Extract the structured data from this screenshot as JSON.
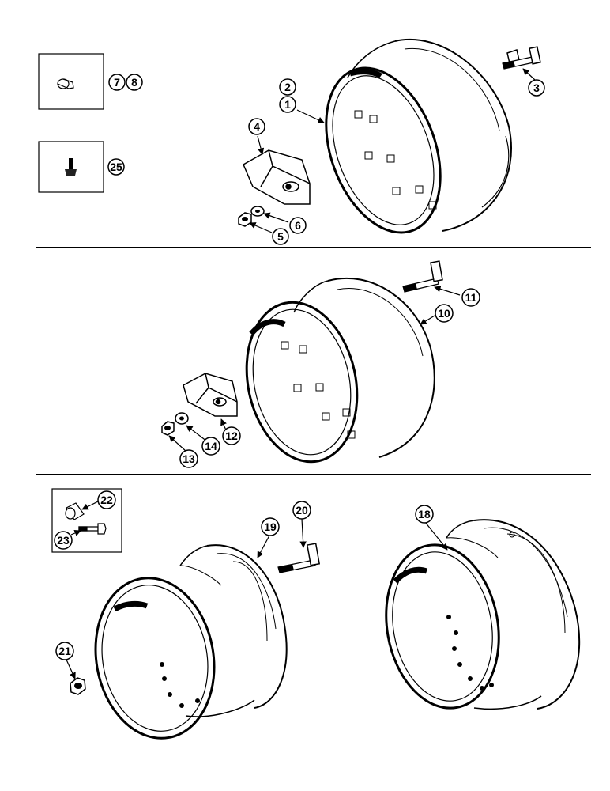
{
  "sections": [
    {
      "name": "upper-wheel-group",
      "callouts": [
        "1",
        "2",
        "3",
        "4",
        "5",
        "6",
        "7",
        "8",
        "25"
      ]
    },
    {
      "name": "middle-wheel-group",
      "callouts": [
        "10",
        "11",
        "12",
        "13",
        "14"
      ]
    },
    {
      "name": "lower-wheel-group",
      "callouts": [
        "18",
        "19",
        "20",
        "21",
        "22",
        "23"
      ]
    }
  ],
  "callouts": {
    "c1": "1",
    "c2": "2",
    "c3": "3",
    "c4": "4",
    "c5": "5",
    "c6": "6",
    "c7": "7",
    "c8": "8",
    "c25": "25",
    "c10": "10",
    "c11": "11",
    "c12": "12",
    "c13": "13",
    "c14": "14",
    "c18": "18",
    "c19": "19",
    "c20": "20",
    "c21": "21",
    "c22": "22",
    "c23": "23"
  },
  "colors": {
    "ink": "#000000",
    "paper": "#ffffff"
  }
}
